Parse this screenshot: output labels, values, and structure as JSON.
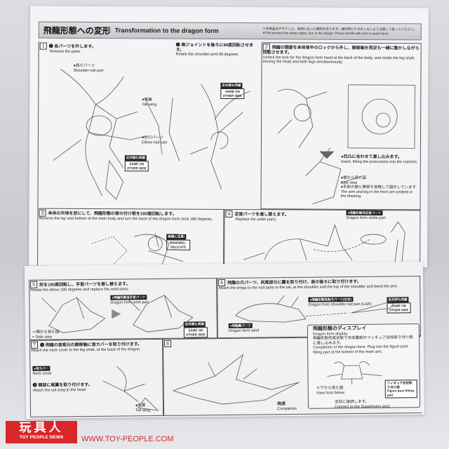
{
  "header": {
    "title_jp": "飛龍形態への変形",
    "title_en": "Transformation to the dragon form",
    "warning_jp": "※本商品はデザイン上、各部に尖った箇所があります。操作時にケガをしないよう注意して扱ってください。",
    "warning_en": "※This product has sharp edges, due to the design. Please handle with care to avoid injury."
  },
  "step1": {
    "num": "1",
    "jp": "❶ 各パーツを外します。",
    "en": "Remove the parts.",
    "shoulder_jp": "●肩爪パーツ",
    "shoulder_en": "Shoulder nail part",
    "tail_jp": "●尾翼",
    "tail_en": "Tail wing",
    "elbow_jp": "●肘爪パーツ",
    "elbow_en": "Elbow nail part",
    "same_jp": "反対側も同様",
    "same_en": "SAME ON OTHER SIDE",
    "sub2_jp": "❷ 肩ジョイントを後ろに90度回転させます。",
    "sub2_en": "Rotate the shoulder joint 90 degrees."
  },
  "step2": {
    "num": "2",
    "jp": "飛龍の頭部を本体背中のロックから外し、脚部軸を両足も一緒に動かしながら回転させます。",
    "en": "Unlock the lock for the dragon form head at the back of the body, and rotate the leg shaft, moving the head and both legs simultaneously.",
    "insert_jp": "●凹凸に合わせて差し込みます。",
    "insert_en": "Insert, fitting the protrusions into the notches.",
    "side_jp": "●横から見た図",
    "side_en": "Side view",
    "omit_jp": "●手前の腕と脚部を省略して図示しています",
    "omit_en": "The arm and leg in the front are omitted in the drawing."
  },
  "step3": {
    "num": "3",
    "jp": "本体の天地を逆にして、飛龍形態の首の付け根を180度回転します。",
    "en": "Reverse the top and bottom of the main body and turn the base of the dragon form neck 180 degrees.",
    "warn_jp": "破損に注意!",
    "warn_en": "WARNING : DELICATE"
  },
  "step4": {
    "num": "4",
    "jp": "足首パーツを差し替えます。",
    "en": "Replace the ankle parts.",
    "part_jp": "●飛龍形態用足首パーツ",
    "part_en": "Dragon form ankle part"
  },
  "step5": {
    "num": "5",
    "jp": "肘を180度回転し、手首パーツを差し替えます。",
    "en": "Rotate the elbow 180 degrees and replace the wrist parts.",
    "part_jp": "●飛龍形態用手首パーツ",
    "part_en": "Dragon form wrist part",
    "side_jp": "＝横から見た図",
    "side_en": "= Side view",
    "same_jp": "反対側も同様",
    "same_en": "SAME ON OTHER SIDE"
  },
  "step6": {
    "num": "6",
    "jp": "飛龍の爪パーツ、尻尾部分に翼を取り付け、肩の後ろに取り付けます。",
    "en": "Attach the wings to the nail parts to the tail, at the shoulder and the top of the shoulder and bend the arm.",
    "nail_jp": "●飛龍形態用肩爪パーツ(左右)",
    "nail_en": "Dragon form shoulder nail part (L&R)",
    "same_jp": "反対側も同様",
    "same_en": "SAME ON OTHER SIDE",
    "wing_jp": "●飛龍翼パーツ",
    "wing_en": "Dragon form wind"
  },
  "step7": {
    "num": "7",
    "jp": "❶ 飛龍の首根元の脚部軸に首カバーを取り付けます。",
    "en": "Attach the neck cover to the leg shaft, at the base of the dragon.",
    "neck_jp": "●首カバー",
    "neck_en": "Neck cover",
    "sub2_jp": "❷ 頭部に尾翼を取り付けます。",
    "sub2_en": "Attach the tail wing to the head",
    "tail_jp": "●尾翼",
    "tail_en": "Tail wing"
  },
  "step8": {
    "num": "8",
    "done_jp": "完成",
    "done_en": "Completion"
  },
  "display": {
    "title_jp": "飛龍形態のディスプレイ",
    "title_en": "Dragon form display",
    "jp": "飛龍形態完成状態で本体腹部のフィギュア支柱取り付け部に差し込みます。",
    "en": "Completion of the dragon form. Plug into the figure post fitting part at the bottom of the main unit.",
    "below_jp": "※下から見た図",
    "below_en": "View from below",
    "post_jp": "フィギュア支柱取り付け部",
    "post_en": "Figure post fitting part",
    "connect_jp": "支柱に接続します。",
    "connect_en": "Connect to the Suspension post."
  },
  "watermark": {
    "logo": "玩具人",
    "sub": "TOY PEOPLE NEWS",
    "url": "WWW.TOY-PEOPLE.COM"
  }
}
